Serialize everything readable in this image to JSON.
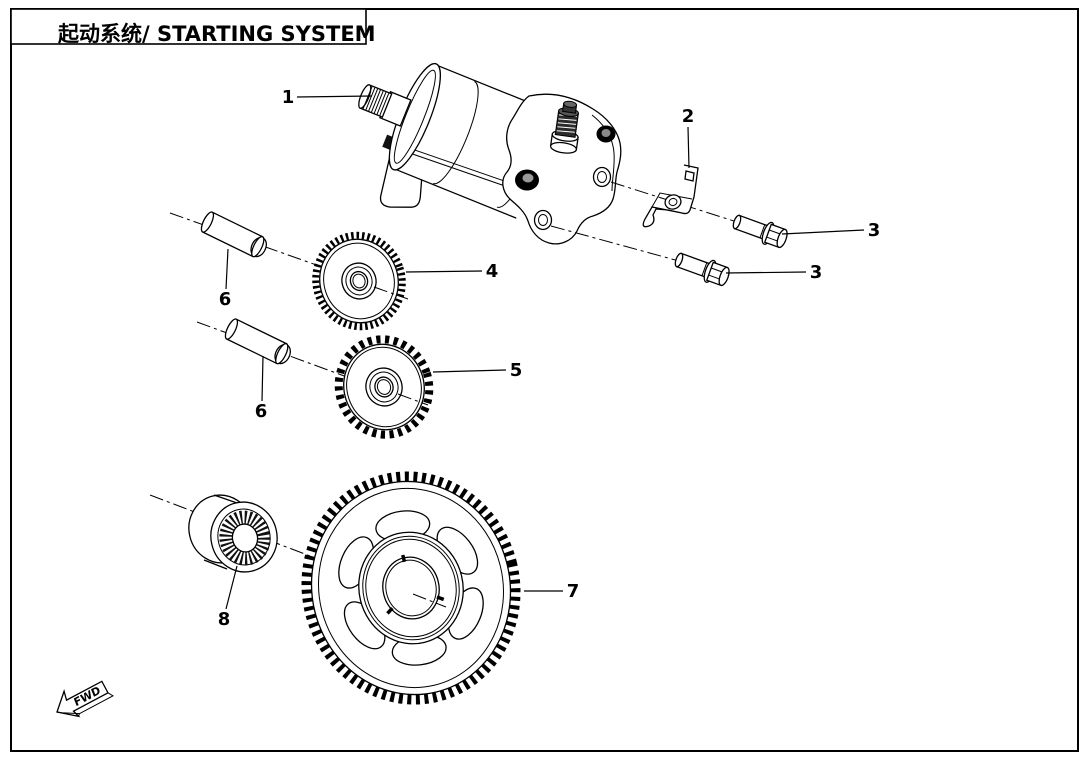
{
  "page": {
    "title": "起动系统/ STARTING SYSTEM",
    "colors": {
      "ink": "#000000",
      "paper": "#ffffff"
    }
  },
  "diagram": {
    "fwd_label": "FWD",
    "callouts": [
      {
        "label": "1"
      },
      {
        "label": "2"
      },
      {
        "label": "3"
      },
      {
        "label": "3"
      },
      {
        "label": "4"
      },
      {
        "label": "5"
      },
      {
        "label": "6"
      },
      {
        "label": "6"
      },
      {
        "label": "7"
      },
      {
        "label": "8"
      }
    ]
  }
}
